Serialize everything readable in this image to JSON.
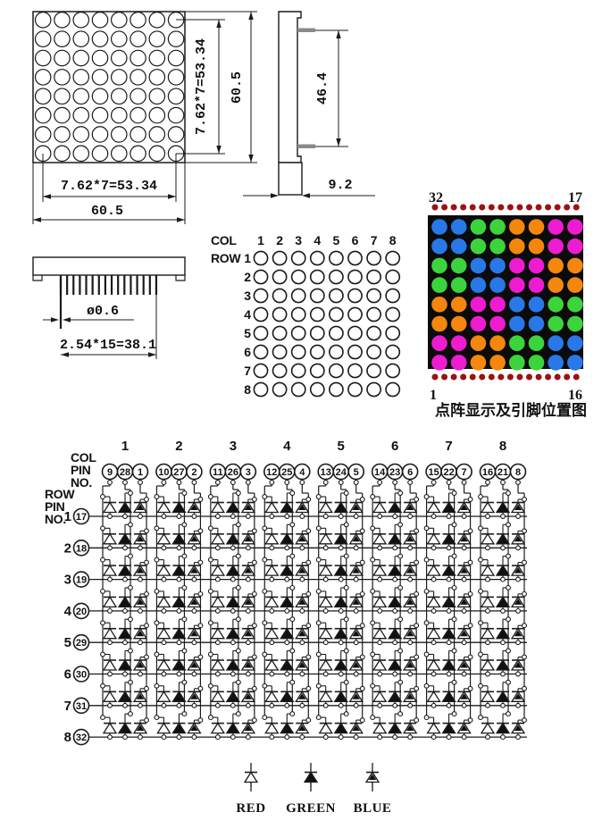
{
  "front_view": {
    "dim_pitch_v": "7.62*7=53.34",
    "dim_total_v": "60.5",
    "dim_pitch_h": "7.62*7=53.34",
    "dim_total_h": "60.5",
    "rows": 8,
    "cols": 8
  },
  "side_view": {
    "dim_pin_span": "46.4",
    "dim_depth": "9.2"
  },
  "bottom_view": {
    "dim_pin_diameter": "ø0.6",
    "dim_pin_row_span": "2.54*15=38.1",
    "pin_count": 16
  },
  "pin_grid": {
    "col_label": "COL",
    "row_label": "ROW",
    "col_numbers": [
      "1",
      "2",
      "3",
      "4",
      "5",
      "6",
      "7",
      "8"
    ],
    "row_numbers": [
      "1",
      "2",
      "3",
      "4",
      "5",
      "6",
      "7",
      "8"
    ]
  },
  "photo": {
    "pin_top_left": "32",
    "pin_top_right": "17",
    "pin_bottom_left": "1",
    "pin_bottom_right": "16",
    "caption": "点阵显示及引脚位置图",
    "palette": {
      "blue": "#2878e8",
      "green": "#3cd43c",
      "orange": "#f5860e",
      "magenta": "#ee1cd0",
      "pin_dot": "#9c1212",
      "panel": "#0b0b0b"
    },
    "led_rows": [
      [
        "blue",
        "blue",
        "green",
        "green",
        "orange",
        "orange",
        "magenta",
        "magenta"
      ],
      [
        "blue",
        "blue",
        "green",
        "green",
        "orange",
        "orange",
        "magenta",
        "magenta"
      ],
      [
        "green",
        "green",
        "blue",
        "blue",
        "magenta",
        "magenta",
        "orange",
        "orange"
      ],
      [
        "green",
        "green",
        "blue",
        "blue",
        "magenta",
        "magenta",
        "orange",
        "orange"
      ],
      [
        "orange",
        "orange",
        "magenta",
        "magenta",
        "blue",
        "blue",
        "green",
        "green"
      ],
      [
        "orange",
        "orange",
        "magenta",
        "magenta",
        "blue",
        "blue",
        "green",
        "green"
      ],
      [
        "magenta",
        "magenta",
        "orange",
        "orange",
        "green",
        "green",
        "blue",
        "blue"
      ],
      [
        "magenta",
        "magenta",
        "orange",
        "orange",
        "green",
        "green",
        "blue",
        "blue"
      ]
    ]
  },
  "schematic": {
    "col_header_lines": [
      "COL",
      "PIN",
      "NO."
    ],
    "row_header_lines": [
      "ROW",
      "PIN",
      "NO."
    ],
    "columns": [
      {
        "label": "1",
        "pins": [
          "9",
          "28",
          "1"
        ]
      },
      {
        "label": "2",
        "pins": [
          "10",
          "27",
          "2"
        ]
      },
      {
        "label": "3",
        "pins": [
          "11",
          "26",
          "3"
        ]
      },
      {
        "label": "4",
        "pins": [
          "12",
          "25",
          "4"
        ]
      },
      {
        "label": "5",
        "pins": [
          "13",
          "24",
          "5"
        ]
      },
      {
        "label": "6",
        "pins": [
          "14",
          "23",
          "6"
        ]
      },
      {
        "label": "7",
        "pins": [
          "15",
          "22",
          "7"
        ]
      },
      {
        "label": "8",
        "pins": [
          "16",
          "21",
          "8"
        ]
      }
    ],
    "rows": [
      {
        "label": "1",
        "pin": "17"
      },
      {
        "label": "2",
        "pin": "18"
      },
      {
        "label": "3",
        "pin": "19"
      },
      {
        "label": "4",
        "pin": "20"
      },
      {
        "label": "5",
        "pin": "29"
      },
      {
        "label": "6",
        "pin": "30"
      },
      {
        "label": "7",
        "pin": "31"
      },
      {
        "label": "8",
        "pin": "32"
      }
    ],
    "legend": [
      {
        "label": "RED",
        "style": "open"
      },
      {
        "label": "GREEN",
        "style": "filled"
      },
      {
        "label": "BLUE",
        "style": "half"
      }
    ]
  }
}
